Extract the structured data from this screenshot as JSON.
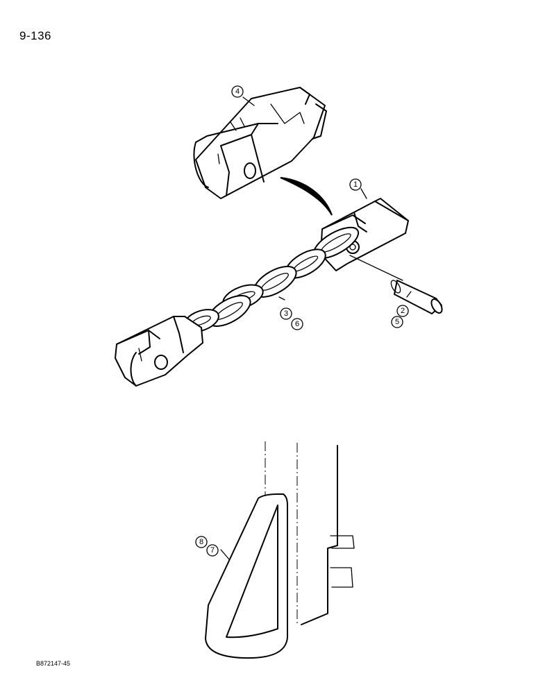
{
  "page": {
    "number": "9-136",
    "figure_code": "B872147-45"
  },
  "callouts": [
    {
      "id": "c1",
      "label": "1"
    },
    {
      "id": "c2",
      "label": "2"
    },
    {
      "id": "c3",
      "label": "3"
    },
    {
      "id": "c4",
      "label": "4"
    },
    {
      "id": "c5",
      "label": "5"
    },
    {
      "id": "c6",
      "label": "6"
    },
    {
      "id": "c7",
      "label": "7"
    },
    {
      "id": "c8",
      "label": "8"
    }
  ]
}
